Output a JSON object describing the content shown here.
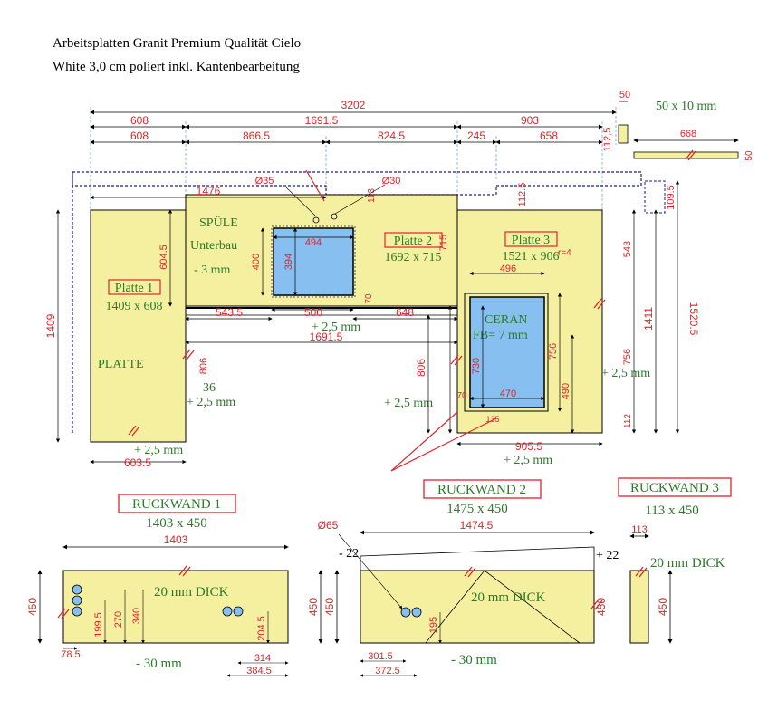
{
  "header": {
    "line1": "Arbeitsplatten Granit Premium Qualität Cielo",
    "line2": "White 3,0 cm poliert inkl. Kantenbearbeitung"
  },
  "colors": {
    "slab": "#f5f0a0",
    "sink": "#86bff0",
    "dim_red": "#e0242c",
    "dim_line": "#5a7ec8",
    "outline": "#1c1c8c",
    "label_green": "#2b7a2b"
  },
  "top_dims": {
    "total": "3202",
    "row2": [
      "608",
      "1691.5",
      "903"
    ],
    "row3": [
      "608",
      "866.5",
      "824.5",
      "245",
      "658"
    ],
    "small_top": "112,5",
    "strip_w": "50",
    "strip_len": "668",
    "strip_h": "50",
    "strip_label": "50 x 10 mm"
  },
  "plates": {
    "platte1": {
      "title": "Platte 1",
      "size": "1409 x 608"
    },
    "platte2": {
      "title": "Platte 2",
      "size": "1692 x 715"
    },
    "platte3": {
      "title": "Platte 3",
      "size": "1521 x 906"
    }
  },
  "labels": {
    "spule": "SPÜLE",
    "unterbau": "Unterbau",
    "minus3": "- 3 mm",
    "ceran": "CERAN",
    "fb": "FB= 7 mm",
    "platte": "PLATTE",
    "platte_num": "36",
    "plus25": "+ 2,5 mm",
    "r4": "r=4",
    "d35": "Ø35",
    "d30": "Ø30",
    "d65": "Ø65"
  },
  "dims": {
    "d1476": "1476",
    "d494": "494",
    "d394": "394",
    "d400": "400",
    "d500": "500",
    "d70": "70",
    "d5435": "543.5",
    "d648": "648",
    "d16915": "1691.5",
    "d6045": "604.5",
    "d1409": "1409",
    "d806": "806",
    "d806b": "806",
    "d6035": "603.5",
    "d715": "715",
    "d1125": "112.5",
    "d113": "113",
    "d1095": "109.5",
    "d15205": "1520.5",
    "d1411": "1411",
    "d543": "543",
    "d756": "756",
    "d756b": "756",
    "d112": "112",
    "d496": "496",
    "d730": "730",
    "d470": "470",
    "d490": "490",
    "d9055": "905.5",
    "d70b": "70",
    "d135": "135"
  },
  "backwalls": {
    "rw1": {
      "title": "RUCKWAND 1",
      "size": "1403 x 450",
      "width": "1403",
      "height": "450",
      "h2": "450",
      "thick": "20 mm DICK",
      "minus30": "- 30 mm",
      "d1995": "199.5",
      "d270": "270",
      "d340": "340",
      "d2045": "204.5",
      "d785": "78.5",
      "d314": "314",
      "d3845": "384.5"
    },
    "rw2": {
      "title": "RUCKWAND 2",
      "size": "1475 x 450",
      "width": "1474.5",
      "height": "450",
      "h2": "450",
      "thick": "20 mm DICK",
      "minus30": "- 30 mm",
      "minus22": "- 22",
      "plus22": "+ 22",
      "d195": "195",
      "d3015": "301.5",
      "d3725": "372.5"
    },
    "rw3": {
      "title": "RUCKWAND 3",
      "size": "113 x 450",
      "width": "113",
      "height": "450",
      "thick": "20 mm DICK"
    }
  }
}
